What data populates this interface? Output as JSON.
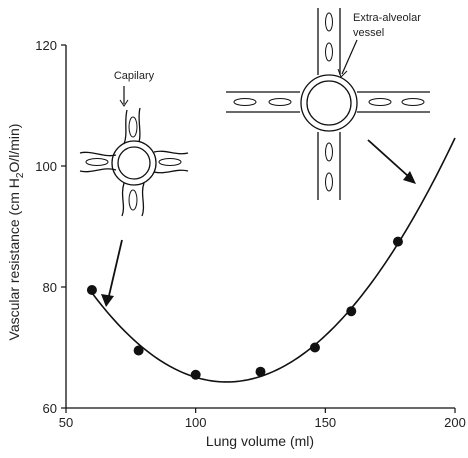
{
  "chart_data": {
    "type": "scatter",
    "xlabel": "Lung volume (ml)",
    "ylabel": "Vascular resistance (cm H2O/l/min)",
    "ylabel_parts": {
      "before": "Vascular resistance (cm H",
      "sub": "2",
      "after": "O/l/min)"
    },
    "xlim": [
      50,
      200
    ],
    "ylim": [
      60,
      120
    ],
    "x_ticks": [
      50,
      100,
      150,
      200
    ],
    "y_ticks": [
      60,
      80,
      100,
      120
    ],
    "series": [
      {
        "x": [
          60,
          78,
          100,
          125,
          146,
          160,
          178
        ],
        "y": [
          79.5,
          69.5,
          65.5,
          66.0,
          70.0,
          76.0,
          87.5
        ]
      }
    ],
    "fit_curve": true,
    "grid": false,
    "annotations": {
      "capillary": "Capilary",
      "extra_alveolar_line1": "Extra-alveolar",
      "extra_alveolar_line2": "vessel"
    }
  },
  "colors": {
    "ink": "#111111",
    "background": "#ffffff"
  }
}
